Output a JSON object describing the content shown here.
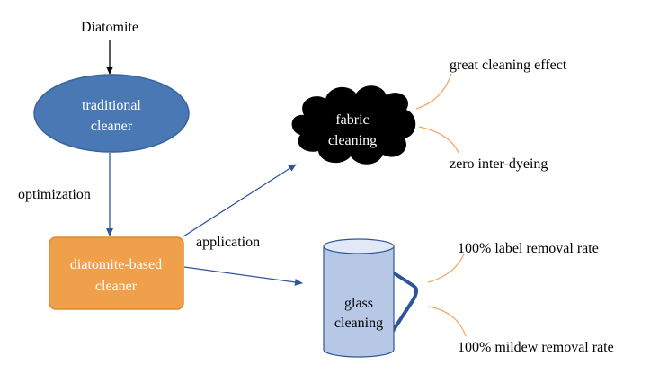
{
  "nodes": {
    "source": "Diatomite",
    "traditional": [
      "traditional",
      "cleaner"
    ],
    "based": [
      "diatomite-based",
      "cleaner"
    ],
    "fabric": [
      "fabric",
      "cleaning"
    ],
    "glass": [
      "glass",
      "cleaning"
    ]
  },
  "edges": {
    "optimization": "optimization",
    "application": "application"
  },
  "outcomes": {
    "fabric": [
      "great cleaning effect",
      "zero inter-dyeing"
    ],
    "glass": [
      "100% label removal rate",
      "100% mildew removal rate"
    ]
  },
  "colors": {
    "ellipse_fill": "#4a78b4",
    "ellipse_stroke": "#3a6399",
    "box_fill": "#f0a04b",
    "box_stroke": "#e08a30",
    "cloud_fill": "#000000",
    "cup_fill": "#b6c8e6",
    "cup_stroke": "#2f5597",
    "arrow": "#2f5597",
    "curve": "#f4a460"
  }
}
